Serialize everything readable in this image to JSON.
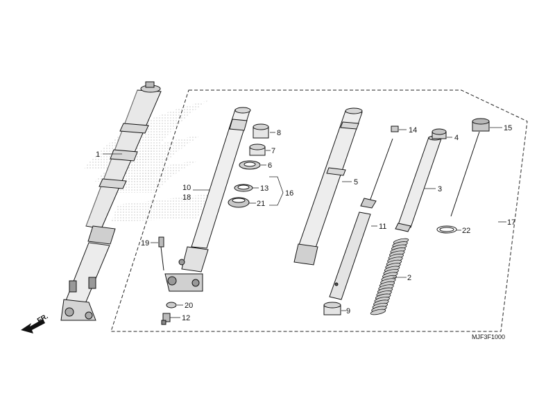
{
  "diagram": {
    "code": "MJF3F1000",
    "direction": "FR.",
    "labels": {
      "l1": "1",
      "l2": "2",
      "l3": "3",
      "l4": "4",
      "l5": "5",
      "l6": "6",
      "l7": "7",
      "l8": "8",
      "l9": "9",
      "l10": "10",
      "l11": "11",
      "l12": "12",
      "l13": "13",
      "l14": "14",
      "l15": "15",
      "l16": "16",
      "l17": "17",
      "l18": "18",
      "l19": "19",
      "l20": "20",
      "l21": "21",
      "l22": "22"
    }
  },
  "colors": {
    "ink": "#111111",
    "light": "#e8e8e8",
    "mid": "#cfcfcf",
    "watermark": "#d6d6d6"
  },
  "icons": {
    "direction_arrow": "arrow-fr-icon",
    "logo": "honda-wing-watermark"
  }
}
